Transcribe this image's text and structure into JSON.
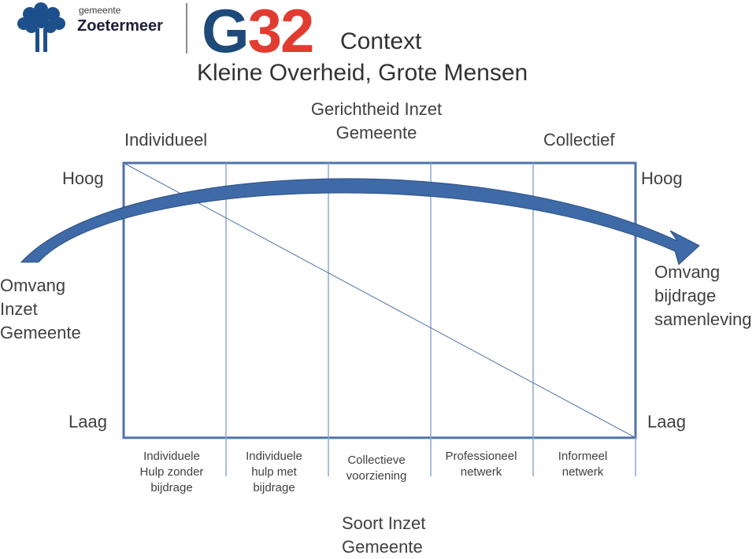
{
  "logo": {
    "gemeente": "gemeente",
    "city": "Zoetermeer",
    "g_letter": "G",
    "g_number": "32"
  },
  "title": {
    "line1": "Context",
    "line2": "Kleine Overheid, Grote Mensen"
  },
  "top_axis": {
    "left": "Individueel",
    "center_line1": "Gerichtheid Inzet",
    "center_line2": "Gemeente",
    "right": "Collectief"
  },
  "left_axis": {
    "high": "Hoog",
    "low": "Laag",
    "label_lines": [
      "Omvang",
      "Inzet",
      "Gemeente"
    ]
  },
  "right_axis": {
    "high": "Hoog",
    "low": "Laag",
    "label_lines": [
      "Omvang",
      "bijdrage",
      "samenleving"
    ]
  },
  "columns": [
    [
      "Individuele",
      "Hulp zonder",
      "bijdrage"
    ],
    [
      "Individuele",
      "hulp met",
      "bijdrage"
    ],
    [
      "Collectieve",
      "voorziening"
    ],
    [
      "Professioneel",
      "netwerk"
    ],
    [
      "Informeel",
      "netwerk"
    ]
  ],
  "bottom_axis": {
    "line1": "Soort Inzet",
    "line2": "Gemeente"
  },
  "colors": {
    "frame": "#4f73a8",
    "arrow": "#3f6aa8",
    "text": "#404040",
    "g32_blue": "#1e4a7a",
    "g32_red": "#e23b2f"
  }
}
